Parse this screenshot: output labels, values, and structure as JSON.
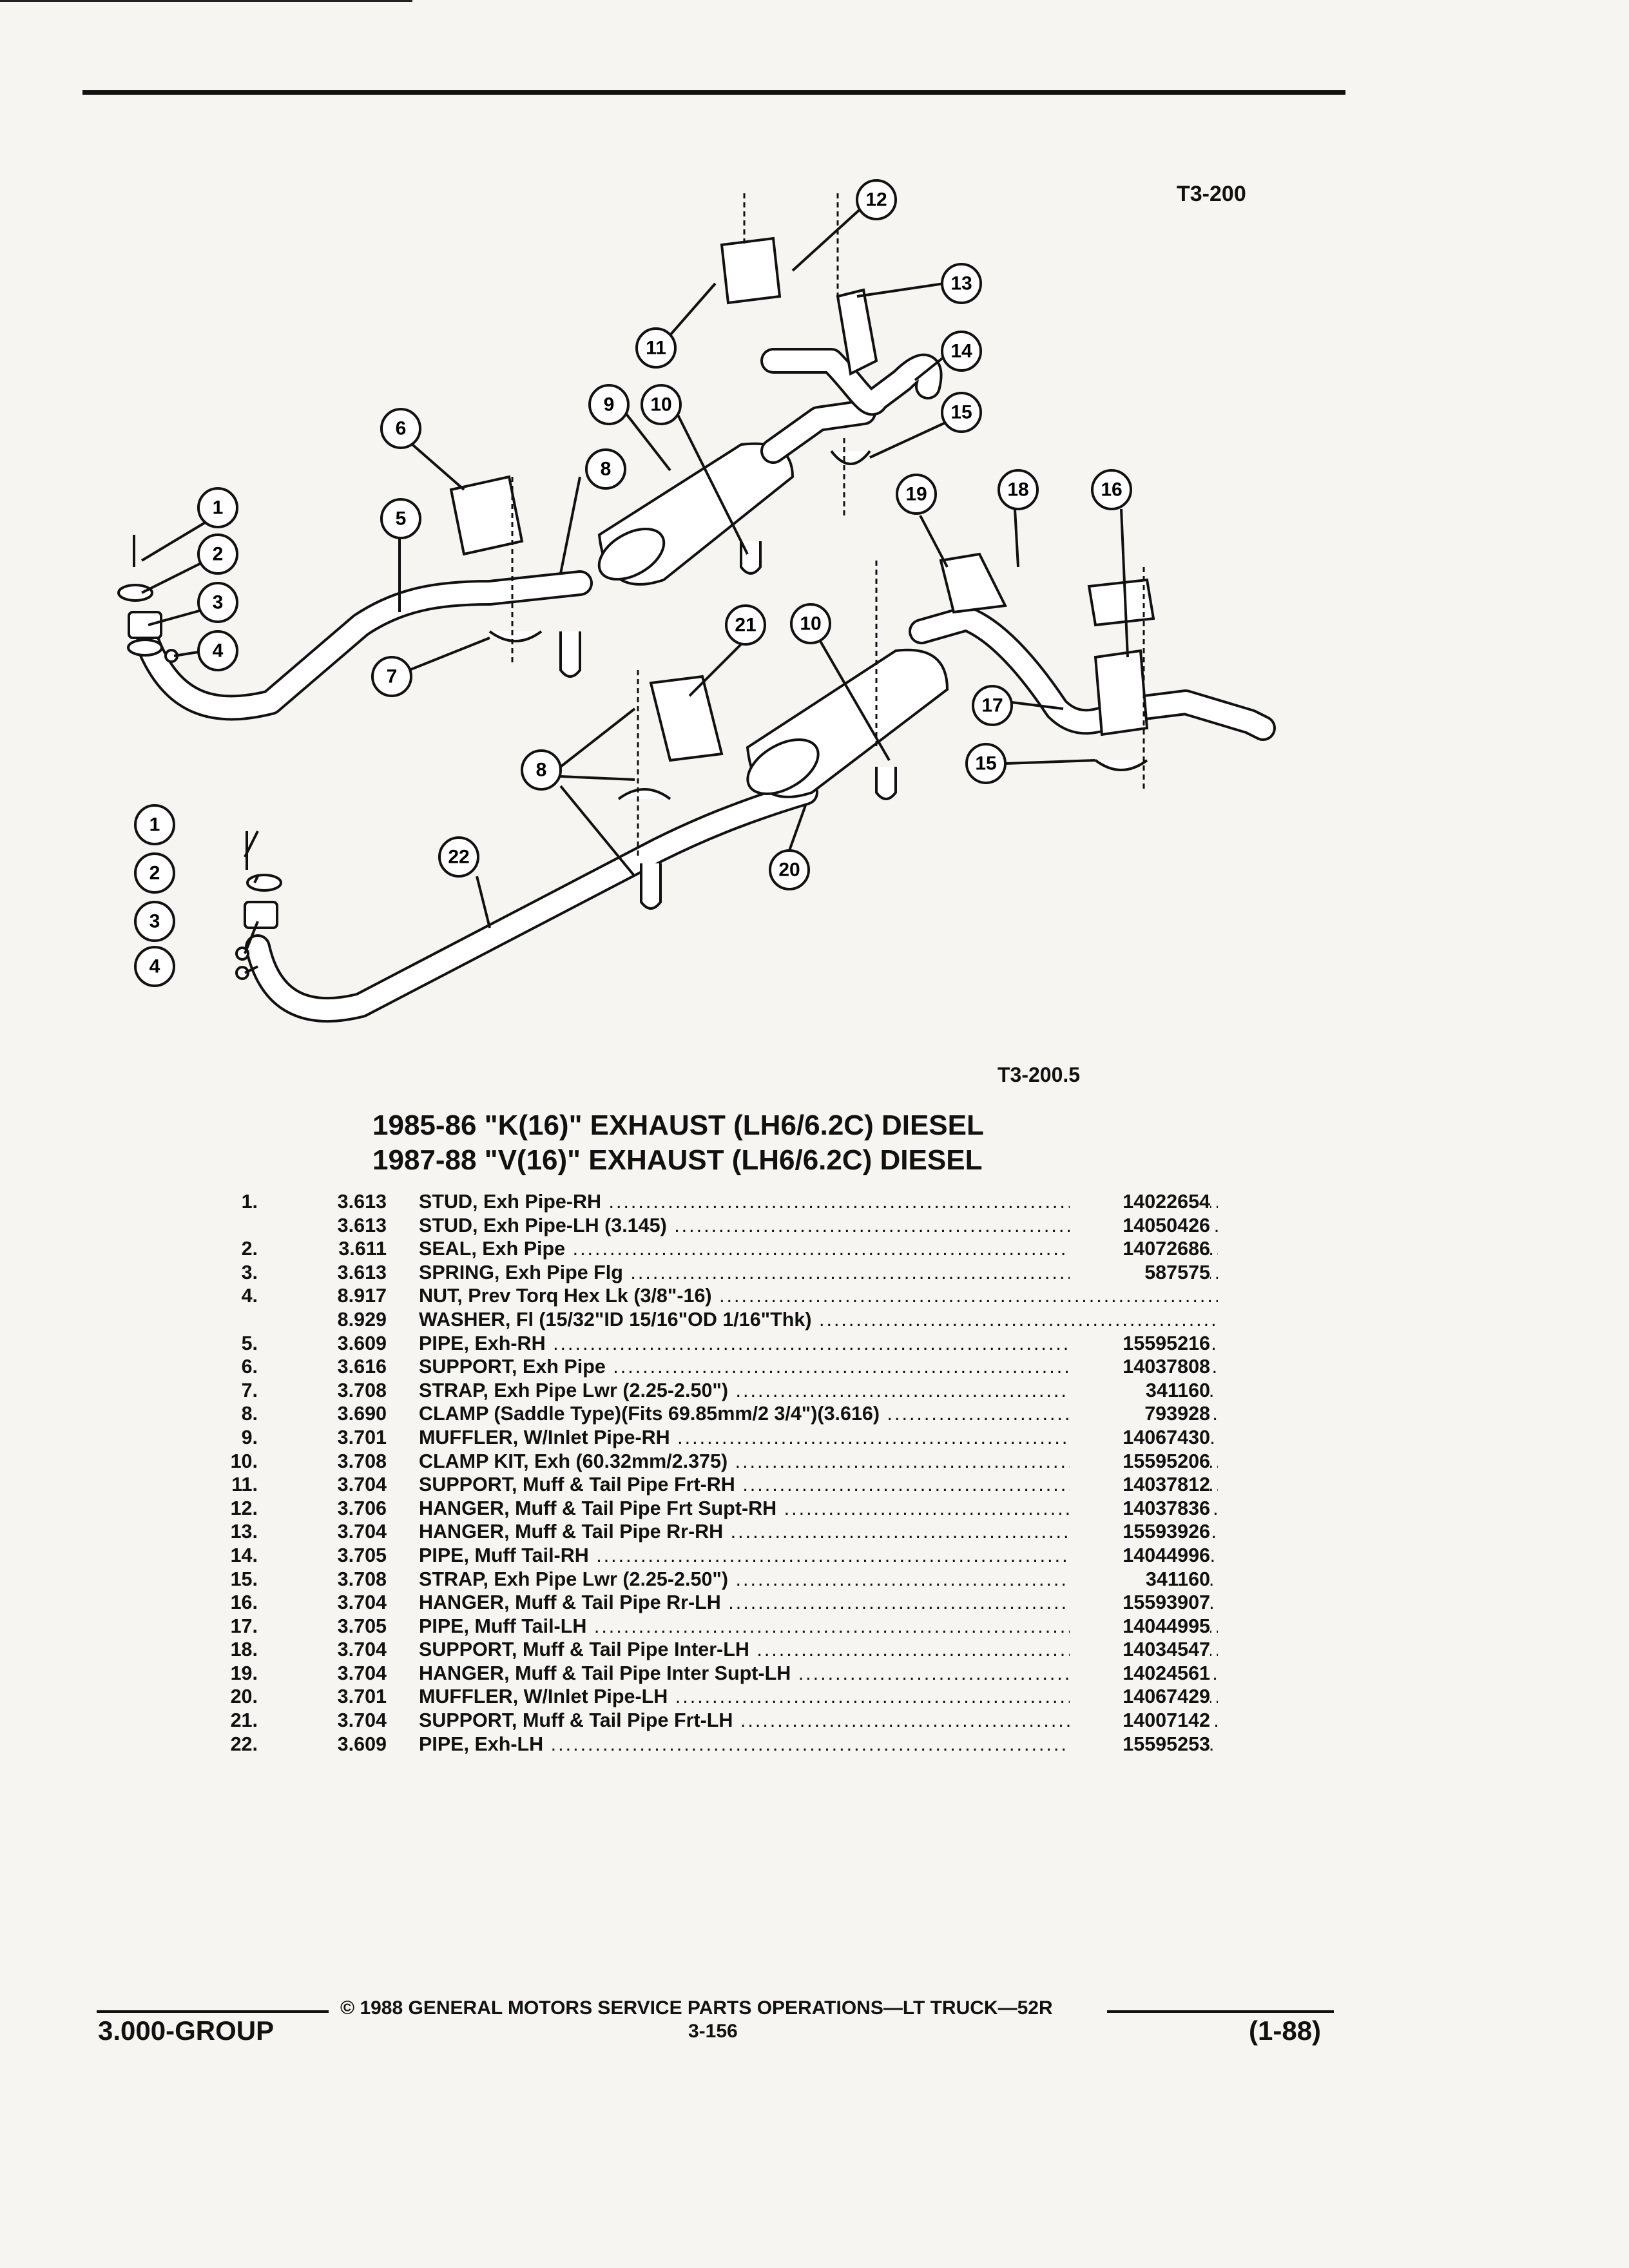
{
  "figure": {
    "upper_label": "T3-200",
    "lower_label": "T3-200.5",
    "callouts": {
      "c1": "1",
      "c2": "2",
      "c3": "3",
      "c4": "4",
      "c5": "5",
      "c6": "6",
      "c7": "7",
      "c8": "8",
      "c9": "9",
      "c10": "10",
      "c11": "11",
      "c12": "12",
      "c13": "13",
      "c14": "14",
      "c15": "15",
      "c16": "16",
      "c17": "17",
      "c18": "18",
      "c19": "19",
      "c20": "20",
      "c21": "21",
      "c22": "22"
    }
  },
  "title": {
    "line1": "1985-86 \"K(16)\" EXHAUST (LH6/6.2C) DIESEL",
    "line2": "1987-88 \"V(16)\" EXHAUST (LH6/6.2C) DIESEL"
  },
  "parts": [
    {
      "num": "1.",
      "group": "3.613",
      "desc": "STUD, Exh Pipe-RH",
      "pn": "14022654"
    },
    {
      "num": "",
      "group": "3.613",
      "desc": "STUD, Exh Pipe-LH (3.145)",
      "pn": "14050426"
    },
    {
      "num": "2.",
      "group": "3.611",
      "desc": "SEAL, Exh Pipe",
      "pn": "14072686"
    },
    {
      "num": "3.",
      "group": "3.613",
      "desc": "SPRING, Exh Pipe Flg",
      "pn": "587575"
    },
    {
      "num": "4.",
      "group": "8.917",
      "desc": "NUT, Prev Torq Hex Lk (3/8\"-16)",
      "pn": ""
    },
    {
      "num": "",
      "group": "8.929",
      "desc": "WASHER, Fl (15/32\"ID 15/16\"OD 1/16\"Thk)",
      "pn": ""
    },
    {
      "num": "5.",
      "group": "3.609",
      "desc": "PIPE, Exh-RH",
      "pn": "15595216"
    },
    {
      "num": "6.",
      "group": "3.616",
      "desc": "SUPPORT, Exh Pipe",
      "pn": "14037808"
    },
    {
      "num": "7.",
      "group": "3.708",
      "desc": "STRAP, Exh Pipe Lwr (2.25-2.50\")",
      "pn": "341160"
    },
    {
      "num": "8.",
      "group": "3.690",
      "desc": "CLAMP (Saddle Type)(Fits 69.85mm/2 3/4\")(3.616)",
      "pn": "793928"
    },
    {
      "num": "9.",
      "group": "3.701",
      "desc": "MUFFLER, W/Inlet Pipe-RH",
      "pn": "14067430"
    },
    {
      "num": "10.",
      "group": "3.708",
      "desc": "CLAMP KIT, Exh (60.32mm/2.375)",
      "pn": "15595206"
    },
    {
      "num": "11.",
      "group": "3.704",
      "desc": "SUPPORT, Muff & Tail Pipe Frt-RH",
      "pn": "14037812"
    },
    {
      "num": "12.",
      "group": "3.706",
      "desc": "HANGER, Muff & Tail Pipe Frt Supt-RH",
      "pn": "14037836"
    },
    {
      "num": "13.",
      "group": "3.704",
      "desc": "HANGER, Muff & Tail Pipe Rr-RH",
      "pn": "15593926"
    },
    {
      "num": "14.",
      "group": "3.705",
      "desc": "PIPE, Muff Tail-RH",
      "pn": "14044996"
    },
    {
      "num": "15.",
      "group": "3.708",
      "desc": "STRAP, Exh Pipe Lwr (2.25-2.50\")",
      "pn": "341160"
    },
    {
      "num": "16.",
      "group": "3.704",
      "desc": "HANGER, Muff & Tail Pipe Rr-LH",
      "pn": "15593907"
    },
    {
      "num": "17.",
      "group": "3.705",
      "desc": "PIPE, Muff Tail-LH",
      "pn": "14044995"
    },
    {
      "num": "18.",
      "group": "3.704",
      "desc": "SUPPORT, Muff & Tail Pipe Inter-LH",
      "pn": "14034547"
    },
    {
      "num": "19.",
      "group": "3.704",
      "desc": "HANGER, Muff & Tail Pipe Inter Supt-LH",
      "pn": "14024561"
    },
    {
      "num": "20.",
      "group": "3.701",
      "desc": "MUFFLER, W/Inlet Pipe-LH",
      "pn": "14067429"
    },
    {
      "num": "21.",
      "group": "3.704",
      "desc": "SUPPORT, Muff & Tail Pipe Frt-LH",
      "pn": "14007142"
    },
    {
      "num": "22.",
      "group": "3.609",
      "desc": "PIPE, Exh-LH",
      "pn": "15595253"
    }
  ],
  "footer": {
    "copyright": "© 1988 GENERAL MOTORS SERVICE PARTS OPERATIONS—LT TRUCK—52R",
    "group": "3.000-GROUP",
    "page": "3-156",
    "date": "(1-88)"
  }
}
